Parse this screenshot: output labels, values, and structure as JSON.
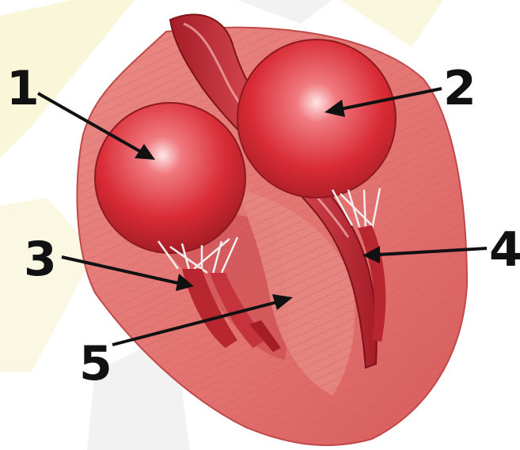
{
  "labels": {
    "one": "1",
    "two": "2",
    "three": "3",
    "four": "4",
    "five": "5"
  },
  "colors": {
    "background": "#ffffff",
    "watermark": "#f7f4d0",
    "watermark_gray": "#ececec",
    "muscle": "#e0716f",
    "muscle_dark": "#b83238",
    "chamber": "#d92b35",
    "chamber_highlight": "#f6a6a6",
    "tendon": "#f2eded",
    "arrow": "#111111"
  }
}
